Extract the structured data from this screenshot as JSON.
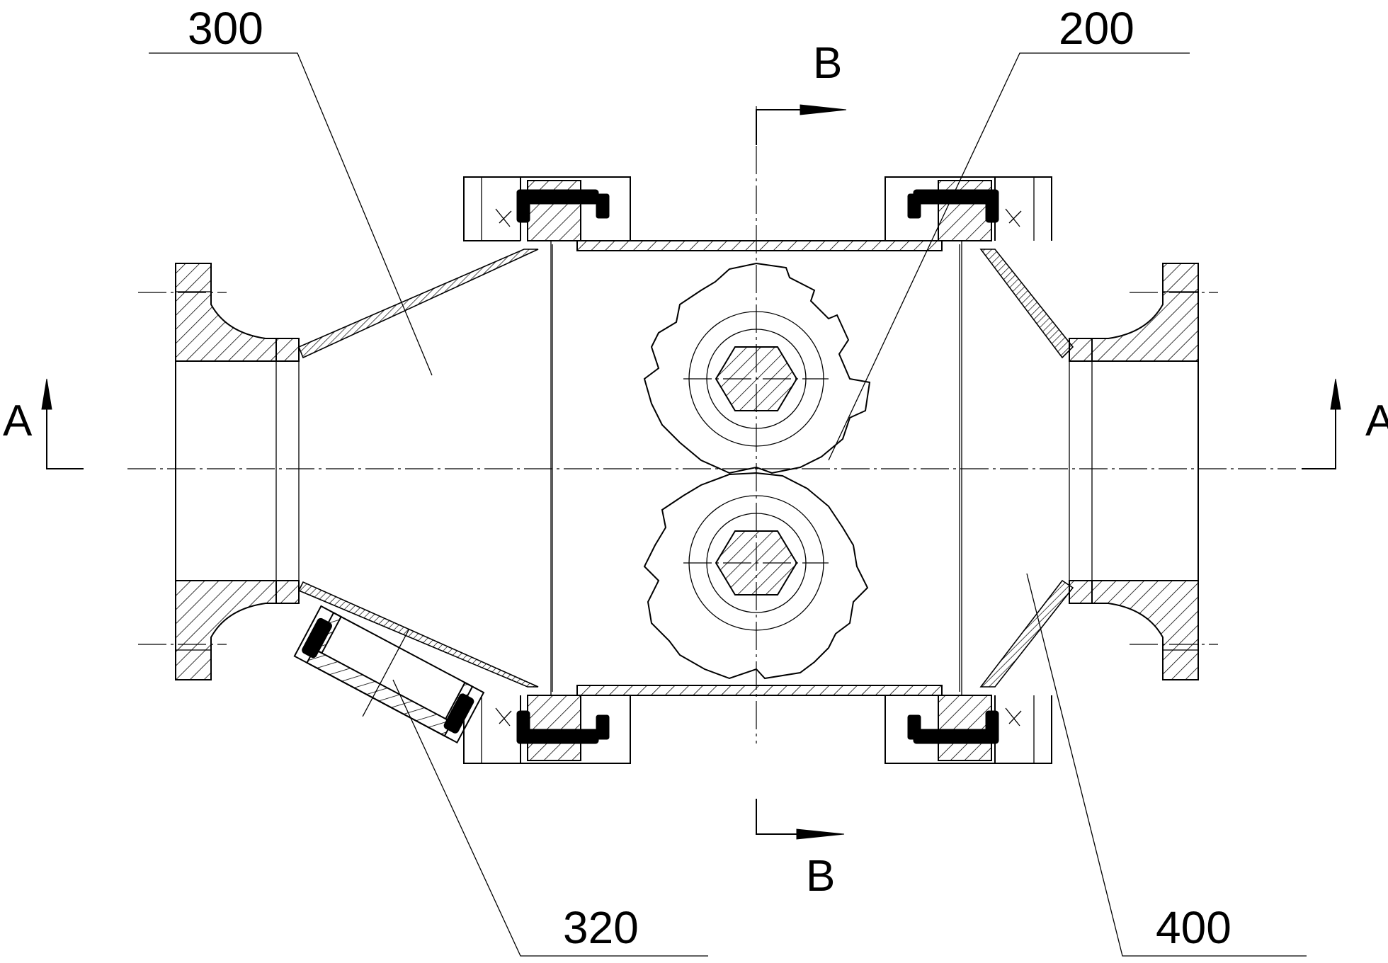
{
  "labels": {
    "ref_300": "300",
    "ref_200": "200",
    "ref_320": "320",
    "ref_400": "400",
    "section_a_left": "A",
    "section_a_right": "A",
    "section_b_top": "B",
    "section_b_bottom": "B"
  }
}
